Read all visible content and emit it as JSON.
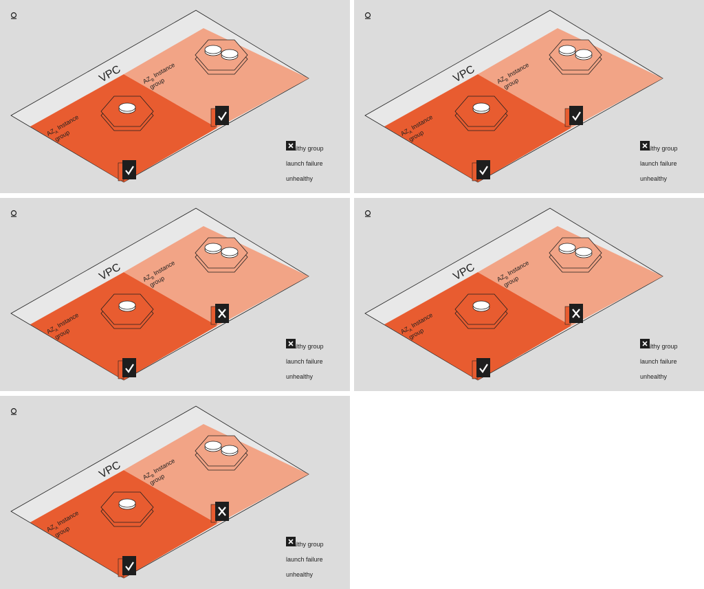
{
  "diagram": {
    "colors": {
      "background": "#dcdcdc",
      "vpc_plane": "#e8e8e8",
      "az_a": "#e85c30",
      "az_b": "#f2a486",
      "instance": "#ffffff",
      "icon_dark": "#1e1e1e"
    },
    "labels": {
      "vpc": "VPC",
      "az": "AZ",
      "az_a_sub": "A",
      "az_b_sub": "B",
      "instance_group": "Instance",
      "group_word": "group",
      "brand_icon": "brand-logo-icon"
    },
    "legend": [
      {
        "label": "healthy group",
        "icon": "check-icon"
      },
      {
        "label": "launch failure",
        "icon": "warning-triangle-icon"
      },
      {
        "label": "unhealthy",
        "icon": "x-icon"
      }
    ],
    "panels": [
      {
        "name": "panel-1",
        "az_a_status": "healthy",
        "az_b_status": "healthy",
        "az_a_instances": 1,
        "az_b_instances": 2
      },
      {
        "name": "panel-2",
        "az_a_status": "healthy",
        "az_b_status": "healthy",
        "az_a_instances": 1,
        "az_b_instances": 2,
        "launch_failure": true
      },
      {
        "name": "panel-3",
        "az_a_status": "healthy",
        "az_b_status": "unhealthy",
        "az_a_instances": 1,
        "az_b_instances": 2
      },
      {
        "name": "panel-4",
        "az_a_status": "healthy",
        "az_b_status": "unhealthy",
        "az_a_instances": 1,
        "az_b_instances": 2
      },
      {
        "name": "panel-5",
        "az_a_status": "healthy",
        "az_b_status": "unhealthy",
        "az_a_instances": 1,
        "az_b_instances": 2
      }
    ]
  }
}
